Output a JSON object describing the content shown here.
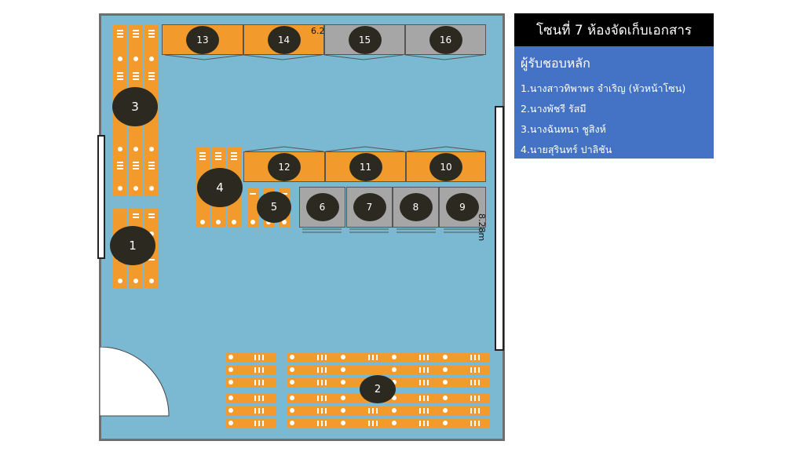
{
  "zone_title": "โซนที่ 7 ห้องจัดเก็บเอกสาร",
  "responsible": {
    "heading": "ผู้รับชอบหลัก",
    "members": [
      "1.นางสาวทิพาพร จำเริญ (หัวหน้าโซน)",
      "2.นางพัชรี รัสมี",
      "3.นางฉันทนา ชูสิงห์",
      "4.นายสุรินทร์ ปาลิชัน"
    ]
  },
  "dimensions": {
    "width": "6.2",
    "depth": "8.28m"
  },
  "zone_labels": {
    "l1": "1",
    "l2": "2",
    "l3": "3",
    "l4": "4",
    "l5": "5",
    "l6": "6",
    "l7": "7",
    "l8": "8",
    "l9": "9",
    "l10": "10",
    "l11": "11",
    "l12": "12",
    "l13": "13",
    "l14": "14",
    "l15": "15",
    "l16": "16"
  },
  "colors": {
    "room": "#7bb9d3",
    "shelf": "#f39a2c",
    "cabinet_gray": "#a6a6a6",
    "label": "#2c2a20",
    "info_box": "#4472c4"
  }
}
